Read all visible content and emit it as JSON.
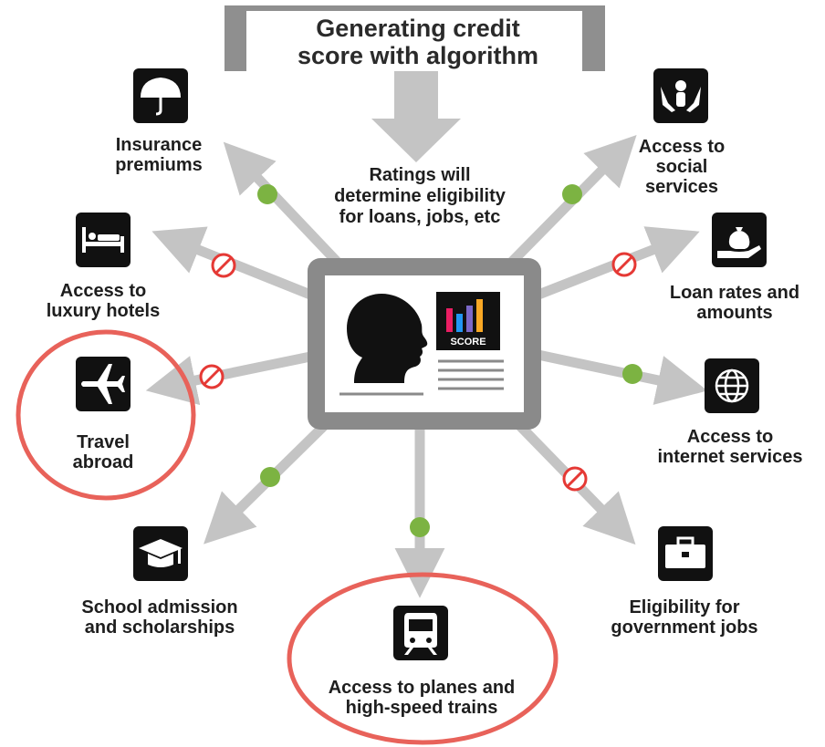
{
  "title": {
    "line1": "Generating credit",
    "line2": "score with algorithm"
  },
  "subtitle": {
    "line1": "Ratings will",
    "line2": "determine eligibility",
    "line3": "for loans, jobs, etc"
  },
  "center": {
    "score_label": "SCORE"
  },
  "colors": {
    "arrow": "#c4c4c4",
    "allowed": "#7cb342",
    "blocked": "#e53935",
    "highlight": "#e8625a",
    "icon_bg": "#111111",
    "frame": "#8a8a8a"
  },
  "outcomes": [
    {
      "id": "insurance",
      "icon": "umbrella-icon",
      "status": "allowed",
      "lines": [
        "Insurance",
        "premiums"
      ]
    },
    {
      "id": "social",
      "icon": "hands-person-icon",
      "status": "allowed",
      "lines": [
        "Access to",
        "social",
        "services"
      ]
    },
    {
      "id": "hotels",
      "icon": "bed-icon",
      "status": "blocked",
      "lines": [
        "Access to",
        "luxury hotels"
      ]
    },
    {
      "id": "loans",
      "icon": "money-bag-icon",
      "status": "blocked",
      "lines": [
        "Loan rates and",
        "amounts"
      ]
    },
    {
      "id": "travel",
      "icon": "airplane-icon",
      "status": "blocked",
      "highlighted": true,
      "lines": [
        "Travel",
        "abroad"
      ]
    },
    {
      "id": "internet",
      "icon": "globe-icon",
      "status": "allowed",
      "lines": [
        "Access to",
        "internet services"
      ]
    },
    {
      "id": "school",
      "icon": "graduation-cap-icon",
      "status": "allowed",
      "lines": [
        "School admission",
        "and scholarships"
      ]
    },
    {
      "id": "trains",
      "icon": "train-icon",
      "status": "allowed",
      "highlighted": true,
      "lines": [
        "Access to planes and",
        "high-speed trains"
      ]
    },
    {
      "id": "govjobs",
      "icon": "briefcase-icon",
      "status": "blocked",
      "lines": [
        "Eligibility for",
        "government jobs"
      ]
    }
  ]
}
